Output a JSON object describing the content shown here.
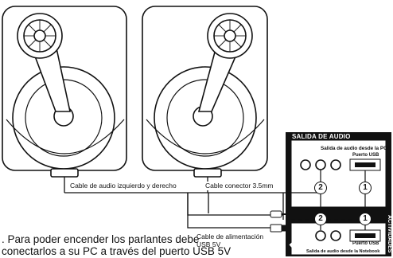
{
  "cables": {
    "audio_lr": "Cable de audio izquierdo y derecho",
    "connector": "Cable conector 3.5mm",
    "power_line1": "Cable de alimentación",
    "power_line2": "USB 5V"
  },
  "panel": {
    "header": "SALIDA DE AUDIO",
    "pc_source": "Salida de audio desde la PC",
    "notebook_source": "Salida de audio desde la Notebook",
    "usb_port_pc": "Puerto USB",
    "usb_port_notebook": "Puerto USB",
    "side_tab": "ACTIVIDADES",
    "markers": [
      "2",
      "1",
      "2",
      "1"
    ]
  },
  "note": {
    "line1": ". Para poder encender los parlantes debe",
    "line2": "conectarlos a su PC a través del puerto USB 5V"
  },
  "colors": {
    "ink": "#111111",
    "panel_header": "#111111",
    "background": "#ffffff"
  }
}
